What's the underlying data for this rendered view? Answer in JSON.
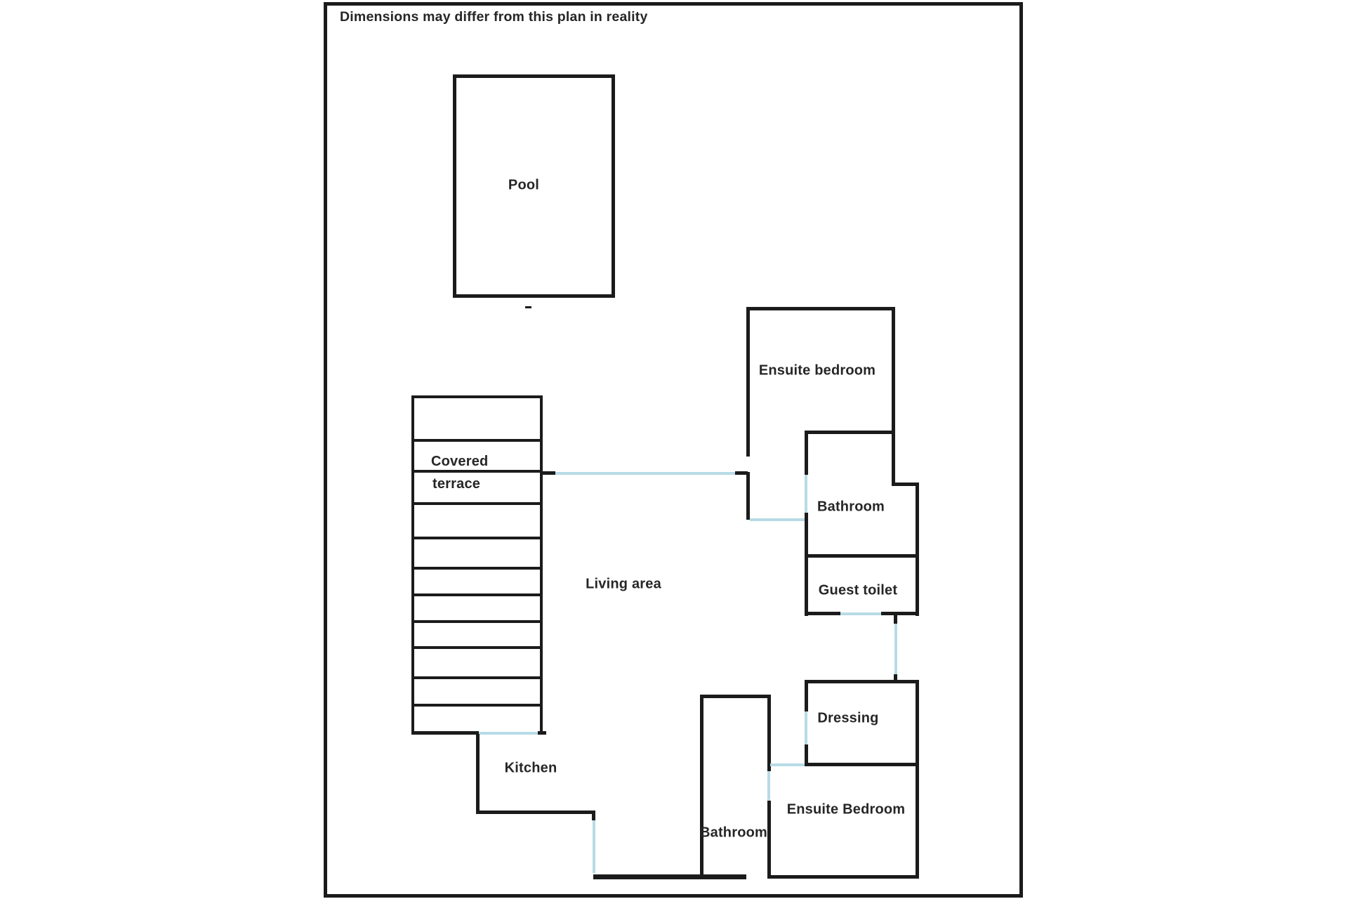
{
  "colors": {
    "wall": "#1b1b1b",
    "door": "#b7dbe6",
    "text": "#262626",
    "background": "#ffffff"
  },
  "disclaimer": "Dimensions may differ from this plan in reality",
  "labels": {
    "pool": "Pool",
    "covered_terrace_line1": "Covered",
    "covered_terrace_line2": "terrace",
    "living_area": "Living area",
    "ensuite_bedroom_top": "Ensuite bedroom",
    "bathroom_top": "Bathroom",
    "guest_toilet": "Guest toilet",
    "dressing": "Dressing",
    "kitchen": "Kitchen",
    "bathroom_bottom": "Bathroom",
    "ensuite_bedroom_bottom": "Ensuite Bedroom"
  }
}
